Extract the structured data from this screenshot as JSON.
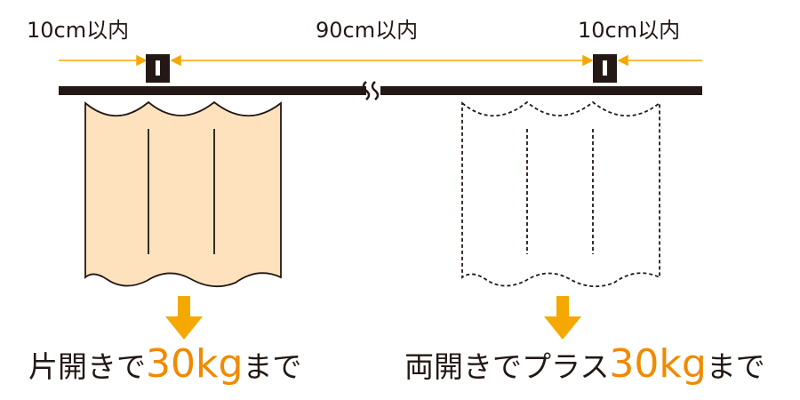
{
  "dimensions": {
    "left_margin": "10cm以内",
    "span": "90cm以内",
    "right_margin": "10cm以内"
  },
  "captions": {
    "single_open": {
      "prefix": "片開きで",
      "highlight": "30kg",
      "suffix": "まで"
    },
    "double_open": {
      "prefix": "両開きでプラス",
      "highlight": "30kg",
      "suffix": "まで"
    }
  },
  "colors": {
    "rail": "#231815",
    "curtain_fill": "#fde2bd",
    "arrow": "#f5a800",
    "highlight": "#f08a00",
    "dimension_line": "#f5a800"
  }
}
